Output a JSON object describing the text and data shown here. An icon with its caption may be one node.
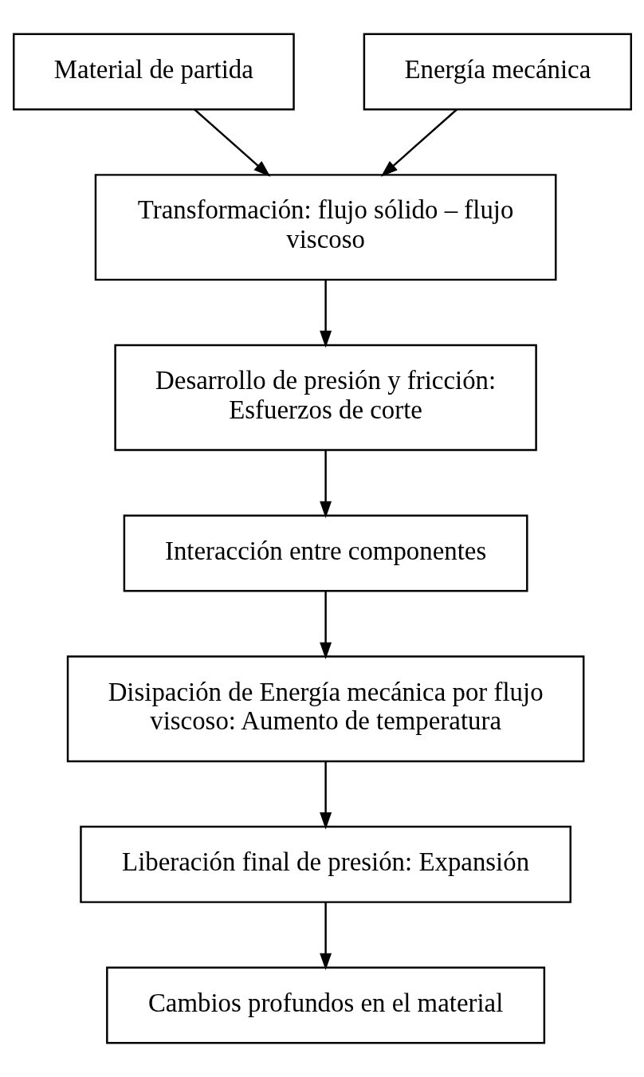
{
  "diagram": {
    "nodes": [
      {
        "text": [
          "Material de partida"
        ]
      },
      {
        "text": [
          "Energía mecánica"
        ]
      },
      {
        "text": [
          "Transformación: flujo sólido – flujo viscoso"
        ]
      },
      {
        "text": [
          "Desarrollo de presión y fricción: Esfuerzos de corte"
        ]
      },
      {
        "text": [
          "Interacción entre componentes"
        ]
      },
      {
        "text": [
          "Disipación de Energía mecánica por flujo viscoso: Aumento de temperatura"
        ]
      },
      {
        "text": [
          "Liberación final de presión: Expansión"
        ]
      },
      {
        "text": [
          "Cambios profundos en el material"
        ]
      }
    ],
    "edges": [
      {
        "from": 0,
        "to": 2,
        "arrow": "to"
      },
      {
        "from": 1,
        "to": 2,
        "arrow": "to"
      },
      {
        "from": 2,
        "to": 3,
        "arrow": "to"
      },
      {
        "from": 3,
        "to": 4,
        "arrow": "to"
      },
      {
        "from": 4,
        "to": 5,
        "arrow": "to"
      },
      {
        "from": 5,
        "to": 6,
        "arrow": "to"
      },
      {
        "from": 6,
        "to": 7,
        "arrow": "to"
      }
    ]
  }
}
